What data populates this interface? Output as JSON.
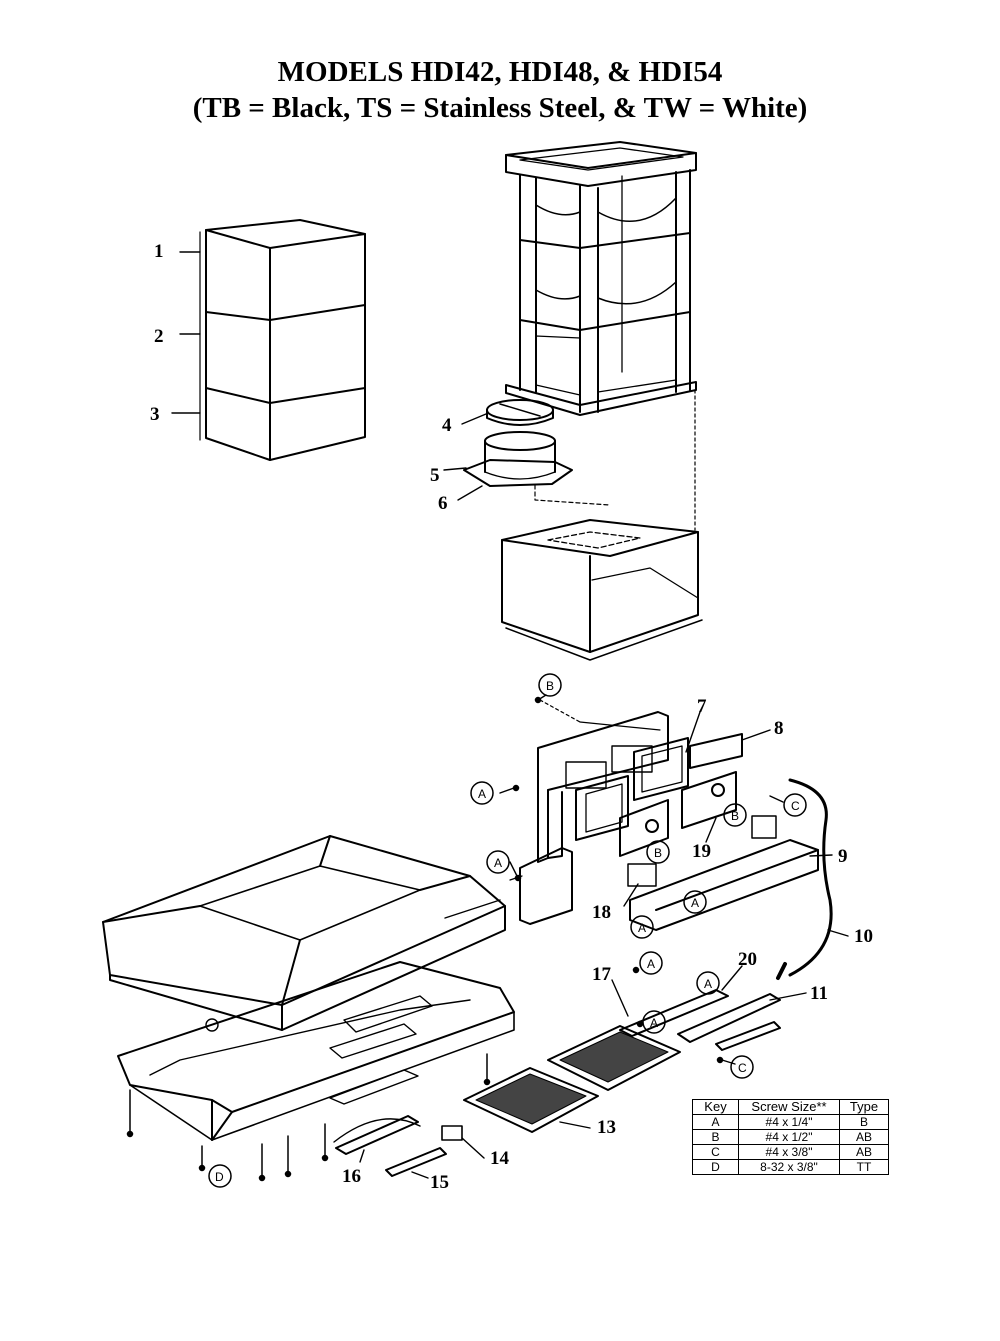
{
  "title": {
    "line1": "MODELS HDI42, HDI48, & HDI54",
    "line2": "(TB = Black, TS = Stainless Steel, & TW = White)"
  },
  "parts": [
    "1",
    "2",
    "3",
    "4",
    "5",
    "6",
    "7",
    "8",
    "9",
    "10",
    "11",
    "13",
    "14",
    "15",
    "16",
    "17",
    "18",
    "19",
    "20"
  ],
  "callouts": {
    "a": "A",
    "b": "B",
    "c": "C",
    "d": "D"
  },
  "legend": {
    "headers": [
      "Key",
      "Screw Size**",
      "Type"
    ],
    "rows": [
      {
        "key": "A",
        "size": "#4 x 1/4\"",
        "type": "B"
      },
      {
        "key": "B",
        "size": "#4 x 1/2\"",
        "type": "AB"
      },
      {
        "key": "C",
        "size": "#4 x 3/8\"",
        "type": "AB"
      },
      {
        "key": "D",
        "size": "8-32 x 3/8\"",
        "type": "TT"
      }
    ]
  }
}
